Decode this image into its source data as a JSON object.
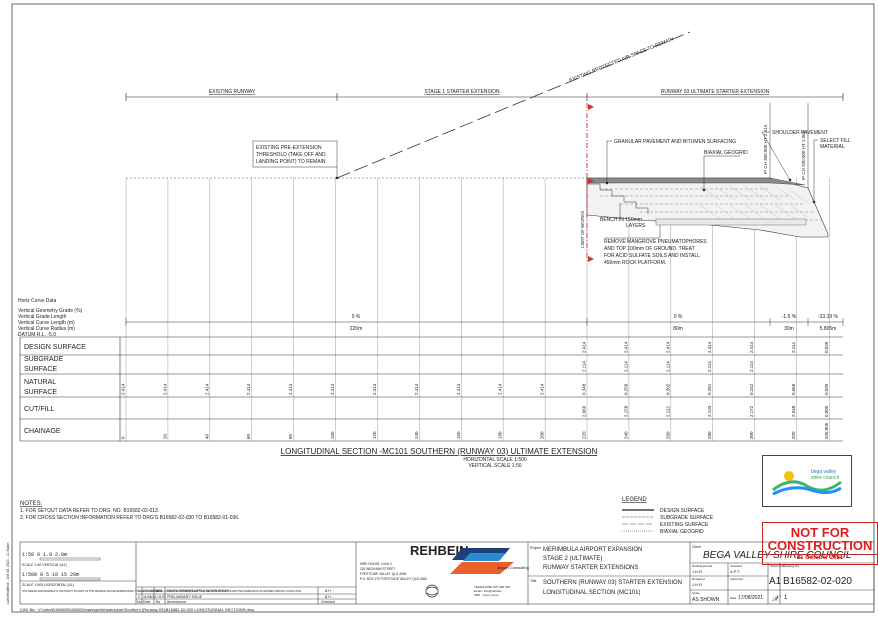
{
  "header": {
    "protected_space": "EXISTING PROTECTED AIR SPACE TO REMAIN",
    "existing_runway": "EXISTING RUNWAY",
    "stage1": "STAGE 1 STARTER EXTENSION",
    "runway03": "RUNWAY 03 ULTIMATE STARTER EXTENSION"
  },
  "annotations": {
    "threshold": [
      "EXISTING PRE-EXTENSION",
      "THRESHOLD (TAKE OFF AND",
      "LANDING POINT) TO REMAIN"
    ],
    "granular": "GRANULAR PAVEMENT AND BITUMEN SURFACING",
    "geogrid": "BIAXIAL GEOGRID",
    "shoulder": "SHOULDER PAVEMENT",
    "select_fill": [
      "SELECT FILL",
      "MATERIAL"
    ],
    "ip1": "IP CH 300.000 HT 2.414",
    "ip2": "IP CH 330.000 HT 1.964",
    "limit": "LIMIT OF WORKS",
    "bench": [
      "BENCH IN 150mm",
      "LAYERS"
    ],
    "mangrove": [
      "REMOVE MANGROVE PNEUMATOPHORES",
      "AND TOP 100mm OF GROUND. TREAT",
      "FOR ACID SULFATE SOILS AND INSTALL",
      "450mm ROCK PLATFORM."
    ]
  },
  "curve_labels": [
    "Horiz Curve Data",
    "Vertical Geometry Grade (%)",
    "Vertical Grade Length",
    "Vertical Curve Length (m)",
    "Vertical Curve Radius (m)",
    "DATUM R.L. -5.0"
  ],
  "grades": [
    {
      "grade": "0 %",
      "length": "220m"
    },
    {
      "grade": "0 %",
      "length": "80m"
    },
    {
      "grade": "-1.5 %",
      "length": "30m"
    },
    {
      "grade": "-33.33 %",
      "length": "5.805m"
    }
  ],
  "rows": [
    "DESIGN SURFACE",
    "SUBGRADE SURFACE",
    "NATURAL SURFACE",
    "CUT/FILL",
    "CHAINAGE"
  ],
  "stations": [
    {
      "ch": "0",
      "design": "",
      "sub": "",
      "nat": "2.414",
      "cut": ""
    },
    {
      "ch": "20",
      "design": "",
      "sub": "",
      "nat": "2.414",
      "cut": ""
    },
    {
      "ch": "40",
      "design": "",
      "sub": "",
      "nat": "2.414",
      "cut": ""
    },
    {
      "ch": "60",
      "design": "",
      "sub": "",
      "nat": "2.414",
      "cut": ""
    },
    {
      "ch": "80",
      "design": "",
      "sub": "",
      "nat": "2.414",
      "cut": ""
    },
    {
      "ch": "100",
      "design": "",
      "sub": "",
      "nat": "2.414",
      "cut": ""
    },
    {
      "ch": "120",
      "design": "",
      "sub": "",
      "nat": "2.414",
      "cut": ""
    },
    {
      "ch": "140",
      "design": "",
      "sub": "",
      "nat": "2.414",
      "cut": ""
    },
    {
      "ch": "160",
      "design": "",
      "sub": "",
      "nat": "2.414",
      "cut": ""
    },
    {
      "ch": "180",
      "design": "",
      "sub": "",
      "nat": "2.414",
      "cut": ""
    },
    {
      "ch": "200",
      "design": "",
      "sub": "",
      "nat": "2.414",
      "cut": ""
    },
    {
      "ch": "220",
      "design": "2.414",
      "sub": "2.114",
      "nat": "0.348",
      "cut": "2.066"
    },
    {
      "ch": "240",
      "design": "2.414",
      "sub": "2.114",
      "nat": "0.256",
      "cut": "2.158"
    },
    {
      "ch": "260",
      "design": "2.414",
      "sub": "2.114",
      "nat": "0.302",
      "cut": "2.112"
    },
    {
      "ch": "280",
      "design": "2.414",
      "sub": "2.114",
      "nat": "0.281",
      "cut": "2.133"
    },
    {
      "ch": "300",
      "design": "2.414",
      "sub": "2.114",
      "nat": "0.242",
      "cut": "2.172"
    },
    {
      "ch": "320",
      "design": "2.114",
      "sub": "",
      "nat": "0.066",
      "cut": "2.048"
    },
    {
      "ch": "335.805",
      "design": "0.039",
      "sub": "",
      "nat": "0.039",
      "cut": "0.000"
    }
  ],
  "section_title": "LONGITUDINAL SECTION -MC101 SOUTHERN (RUNWAY 03) ULTIMATE EXTENSION",
  "hscale": "HORIZONTAL SCALE 1:500",
  "vscale": "VERTICAL SCALE 1:50",
  "notes": {
    "heading": "NOTES:",
    "items": [
      "1.  FOR SETOUT DATA REFER TO DRG. NO. B16582-02-013.",
      "2.  FOR CROSS SECTION INFORMATION REFER TO DRG'S B16582-02-030 TO B16582-01-036."
    ]
  },
  "legend": {
    "heading": "LEGEND",
    "items": [
      "DESIGN SURFACE",
      "SUBGRADE SURFACE",
      "EXISTING SURFACE",
      "BIAXIAL GEOGRID"
    ]
  },
  "logo_text": [
    "bega valley",
    "shire council"
  ],
  "stamp": {
    "line1": "NOT FOR",
    "line2": "CONSTRUCTION",
    "date": "21 October 2021"
  },
  "scales": {
    "s1": "1:50  0    1.0   2.0m",
    "s1cap": "SCALE 1:50 VERTICAL (A1)",
    "s2": "1:500  0  5  10  15  20m",
    "s2cap": "SCALE 1:500 HORIZONTAL (A1)"
  },
  "revisions": [
    {
      "no": "1",
      "date": "22/10/2021",
      "by": "M.S.",
      "text": "DEVELOPMENT APPLICATION ISSUE",
      "chk": "B.H."
    },
    {
      "no": "0",
      "date": "11/08/21",
      "by": "J.H.R.",
      "text": "PRELIMINARY ISSUE",
      "chk": "B.H."
    }
  ],
  "rev_head": [
    "No.",
    "Date",
    "By",
    "Amendment",
    "Checked"
  ],
  "disclaimer": "THIS DESIGN AND DRAWING IS COPYRIGHT. NO PART OF THIS DRAWING MAY BE REPRODUCED, STORED IN A RETRIEVAL SYSTEM OR TRANSMITTED BY ANY MEANS WITHOUT THE WRITTEN PERMISSION OF REHBEIN AIRPORT CONSULTING",
  "firm": {
    "name": "REHBEIN",
    "sub": "Airport Consulting",
    "address": [
      "KIRK HOUSE, Level 3",
      "120 WICKHAM STREET",
      "FORTITUDE VALLEY QLD 4006",
      "P.O. BOX 170 FORTITUDE VALLEY QLD 4006"
    ],
    "contact": [
      "TELEPHONE (07) 000 000",
      "Email : info@rehbein",
      "ABN : xxxxx xxxxx"
    ]
  },
  "project": {
    "label": "Project",
    "lines": [
      "MERIMBULA AIRPORT EXPANSION",
      "STAGE 2 (ULTIMATE)",
      "RUNWAY STARTER EXTENSIONS"
    ],
    "title_label": "Title",
    "title_lines": [
      "SOUTHERN (RUNWAY 03) STARTER EXTENSION",
      "LONGITUDINAL SECTION (MC101)"
    ]
  },
  "client": {
    "label": "Client",
    "name": "BEGA VALLEY SHIRE COUNCIL"
  },
  "signoff": {
    "drafted_l": "Draft/Approved",
    "drafted": "J.H.R.",
    "checked_l": "Checked",
    "checked": "A.P.T.",
    "designed_l": "Designed",
    "designed": "J.H.R.",
    "approved_l": "Approved",
    "approved": "",
    "scale_l": "Scale",
    "scale": "AS SHOWN",
    "date_l": "Date",
    "date": "17/08/2021"
  },
  "drawing": {
    "size_label": "Sheet Size",
    "size": "A1",
    "no_label": "Drawing No.",
    "number": "B16582-02-020",
    "rev_label": "Revision",
    "rev": "1"
  },
  "cad_path": "CAD file : V:\\Jobs\\B16582\\B16582\\Drawings\\Infrastructure\\Southern (Runway 03)\\B16582-02-020 LONGITUDINAL SECTIONS.dwg",
  "side_text": "Last Modified :- Oct 25, 2021 - 11:50am"
}
